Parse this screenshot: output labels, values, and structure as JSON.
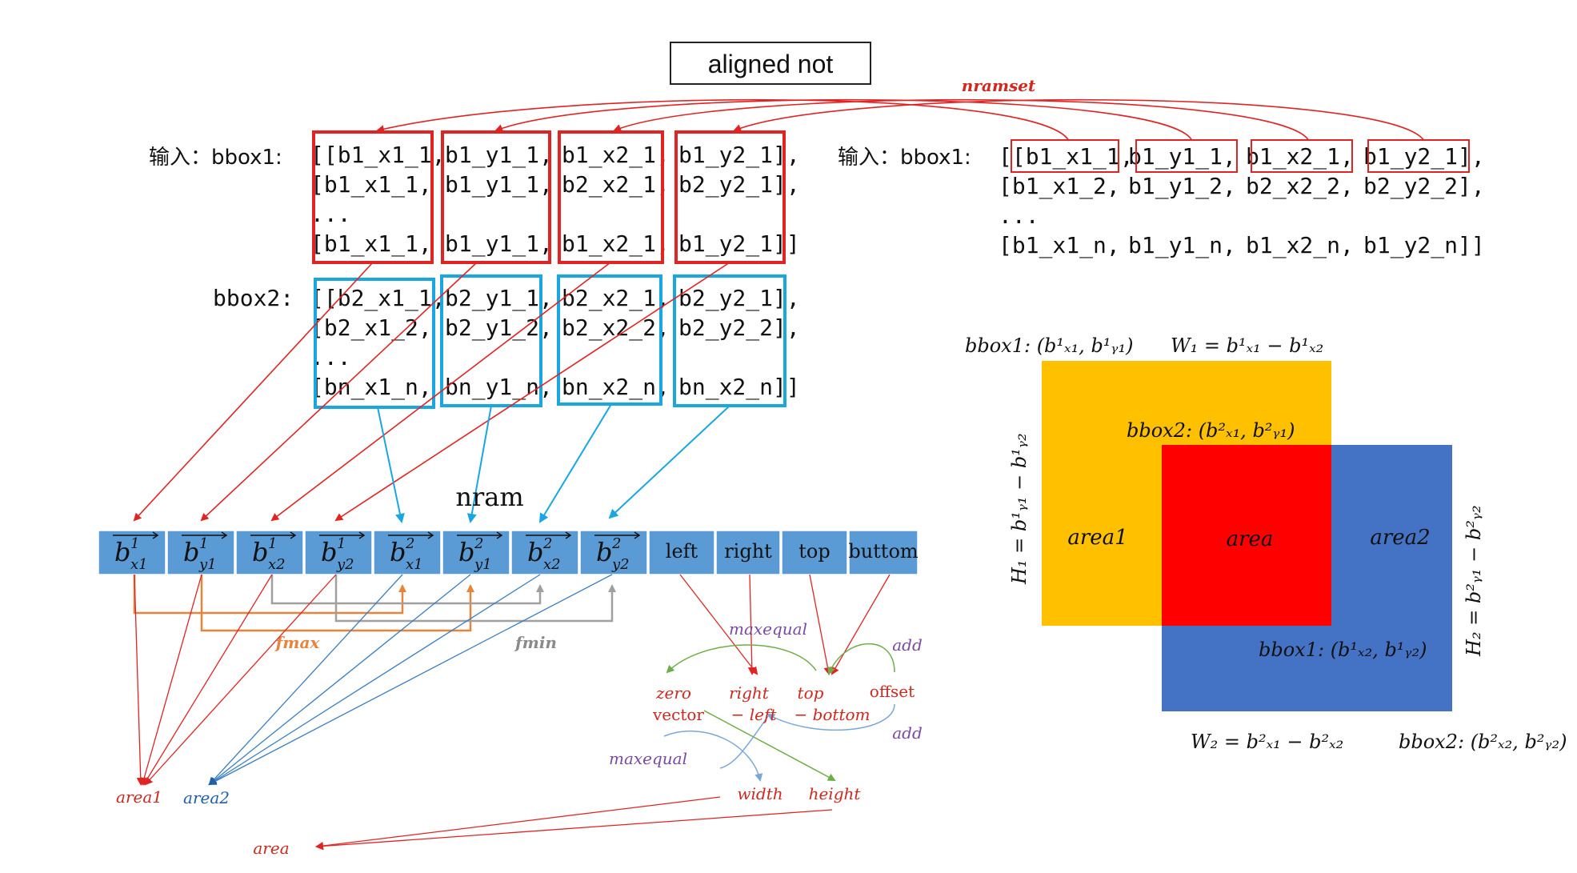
{
  "title_box": "aligned not",
  "nramset_label": "nramset",
  "nram_label": "nram",
  "left_panel": {
    "bbox1_prefix": "输入：bbox1:",
    "bbox1_rows": [
      [
        "[[b1_x1_1,",
        "b1_y1_1,",
        "b1_x2_1,",
        "b1_y2_1],"
      ],
      [
        "[b1_x1_1,",
        "b1_y1_1,",
        "b2_x2_1,",
        "b2_y2_1],"
      ],
      [
        "...",
        "",
        "",
        ""
      ],
      [
        "[b1_x1_1,",
        "b1_y1_1,",
        "b1_x2_1,",
        "b1_y2_1]]"
      ]
    ],
    "bbox2_prefix": "bbox2:",
    "bbox2_rows": [
      [
        "[[b2_x1_1,",
        "b2_y1_1,",
        "b2_x2_1,",
        "b2_y2_1],"
      ],
      [
        "[b2_x1_2,",
        "b2_y1_2,",
        "b2_x2_2,",
        "b2_y2_2],"
      ],
      [
        "...",
        "",
        "",
        ""
      ],
      [
        "[bn_x1_n,",
        "bn_y1_n,",
        "bn_x2_n,",
        "bn_x2_n]]"
      ]
    ]
  },
  "right_panel": {
    "bbox1_prefix": "输入：bbox1:",
    "rows": [
      [
        "[[b1_x1_1,",
        "b1_y1_1,",
        "b1_x2_1,",
        "b1_y2_1],"
      ],
      [
        "[b1_x1_2,",
        "b1_y1_2,",
        "b2_x2_2,",
        "b2_y2_2],"
      ],
      [
        "...",
        "",
        "",
        ""
      ],
      [
        "[b1_x1_n,",
        "b1_y1_n,",
        "b1_x2_n,",
        "b1_y2_n]]"
      ]
    ]
  },
  "nram_cells": [
    {
      "base": "b",
      "sup": "1",
      "sub": "x1",
      "vec": true
    },
    {
      "base": "b",
      "sup": "1",
      "sub": "y1",
      "vec": true
    },
    {
      "base": "b",
      "sup": "1",
      "sub": "x2",
      "vec": true
    },
    {
      "base": "b",
      "sup": "1",
      "sub": "y2",
      "vec": true
    },
    {
      "base": "b",
      "sup": "2",
      "sub": "x1",
      "vec": true
    },
    {
      "base": "b",
      "sup": "2",
      "sub": "y1",
      "vec": true
    },
    {
      "base": "b",
      "sup": "2",
      "sub": "x2",
      "vec": true
    },
    {
      "base": "b",
      "sup": "2",
      "sub": "y2",
      "vec": true
    },
    {
      "text": "left"
    },
    {
      "text": "right"
    },
    {
      "text": "top"
    },
    {
      "text": "buttom"
    }
  ],
  "flow_labels": {
    "fmax": "fmax",
    "fmin": "fmin",
    "maxequal_1": "maxequal",
    "maxequal_2": "maxequal",
    "add_1": "add",
    "add_2": "add",
    "zero": "zero",
    "vector": "vector",
    "right_minus_left_1": "right",
    "right_minus_left_2": "− left",
    "top_minus_bottom_1": "top",
    "top_minus_bottom_2": "− bottom",
    "offset": "offset",
    "width": "width",
    "height": "height",
    "area1": "area1",
    "area2": "area2",
    "area": "area"
  },
  "geometry_figure": {
    "bbox1_top_left": "bbox1: (b¹ₓ₁, b¹ᵧ₁)",
    "w1": "W₁ = b¹ₓ₁ − b¹ₓ₂",
    "bbox2_top_left": "bbox2: (b²ₓ₁, b²ᵧ₁)",
    "h1": "H₁ = b¹ᵧ₁ − b¹ᵧ₂",
    "h2": "H₂ = b²ᵧ₁ − b²ᵧ₂",
    "area1": "area1",
    "area": "area",
    "area2": "area2",
    "bbox1_bottom_right": "bbox1: (b¹ₓ₂, b¹ᵧ₂)",
    "w2": "W₂ = b²ₓ₁ − b²ₓ₂",
    "bbox2_bottom_right": "bbox2: (b²ₓ₂, b²ᵧ₂)"
  },
  "colors": {
    "red": "#e02424",
    "cyan": "#1aa6e0",
    "cell_blue": "#5b9bd5",
    "orange": "#ffc000",
    "blue_rect": "#4472c4",
    "red_fill": "#ff0000",
    "flow_red": "#d0271e",
    "flow_blue": "#3b7fbf",
    "flow_orange": "#e5843a",
    "flow_gray": "#a0a0a0",
    "flow_green": "#70ad47"
  }
}
